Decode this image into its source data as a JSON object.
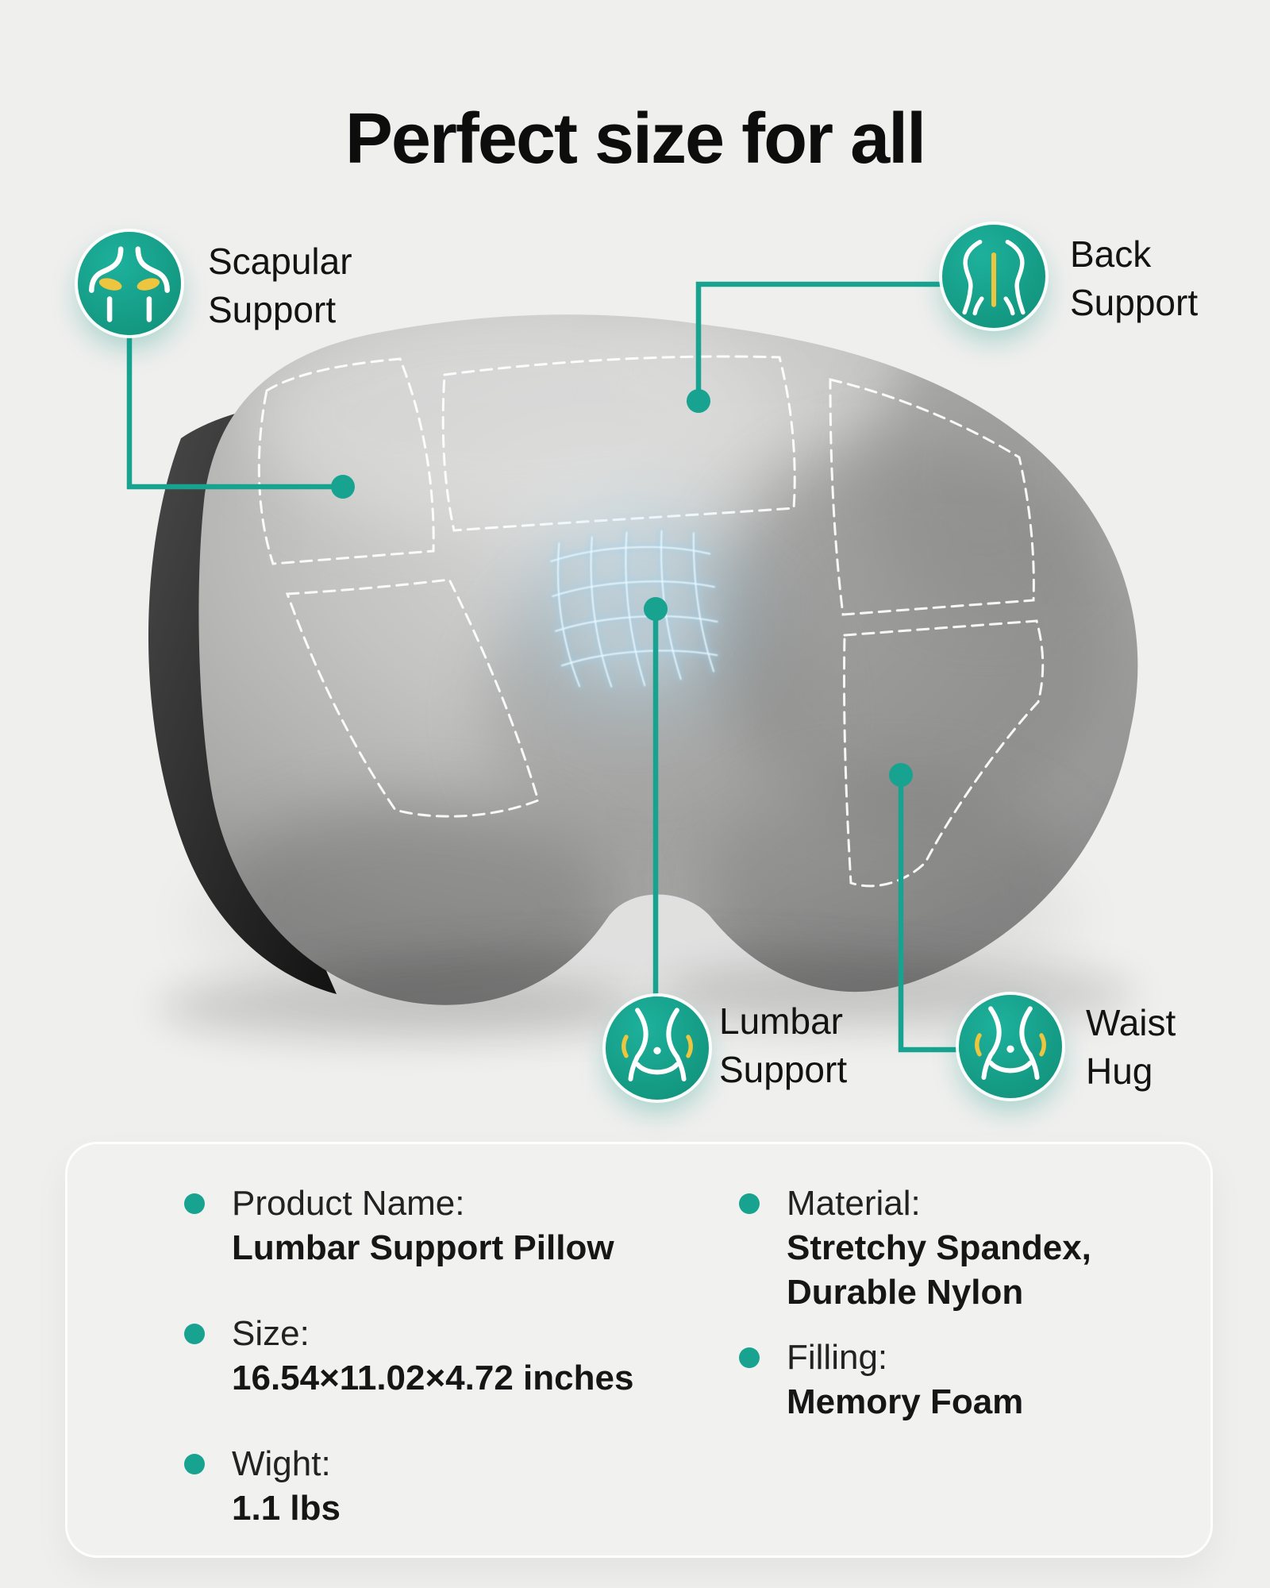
{
  "title": "Perfect size for all",
  "colors": {
    "teal": "#17A390",
    "yellow": "#EDC53F",
    "background": "#EFEFEE",
    "pillow_gray": "#A9A9A8",
    "text": "#161616"
  },
  "callouts": {
    "scapular": {
      "label": "Scapular\nSupport",
      "icon": "shoulder-blades-icon"
    },
    "back": {
      "label": "Back\nSupport",
      "icon": "back-spine-icon"
    },
    "lumbar": {
      "label": "Lumbar\nSupport",
      "icon": "waist-outline-icon"
    },
    "waist": {
      "label": "Waist\nHug",
      "icon": "waist-outline-icon"
    }
  },
  "specs": {
    "left": [
      {
        "label": "Product Name:",
        "value": "Lumbar Support Pillow"
      },
      {
        "label": "Size:",
        "value": "16.54×11.02×4.72 inches"
      },
      {
        "label": "Wight:",
        "value": "1.1 lbs"
      }
    ],
    "right": [
      {
        "label": "Material:",
        "value": "Stretchy Spandex,\nDurable Nylon"
      },
      {
        "label": "Filling:",
        "value": "Memory Foam"
      }
    ]
  }
}
